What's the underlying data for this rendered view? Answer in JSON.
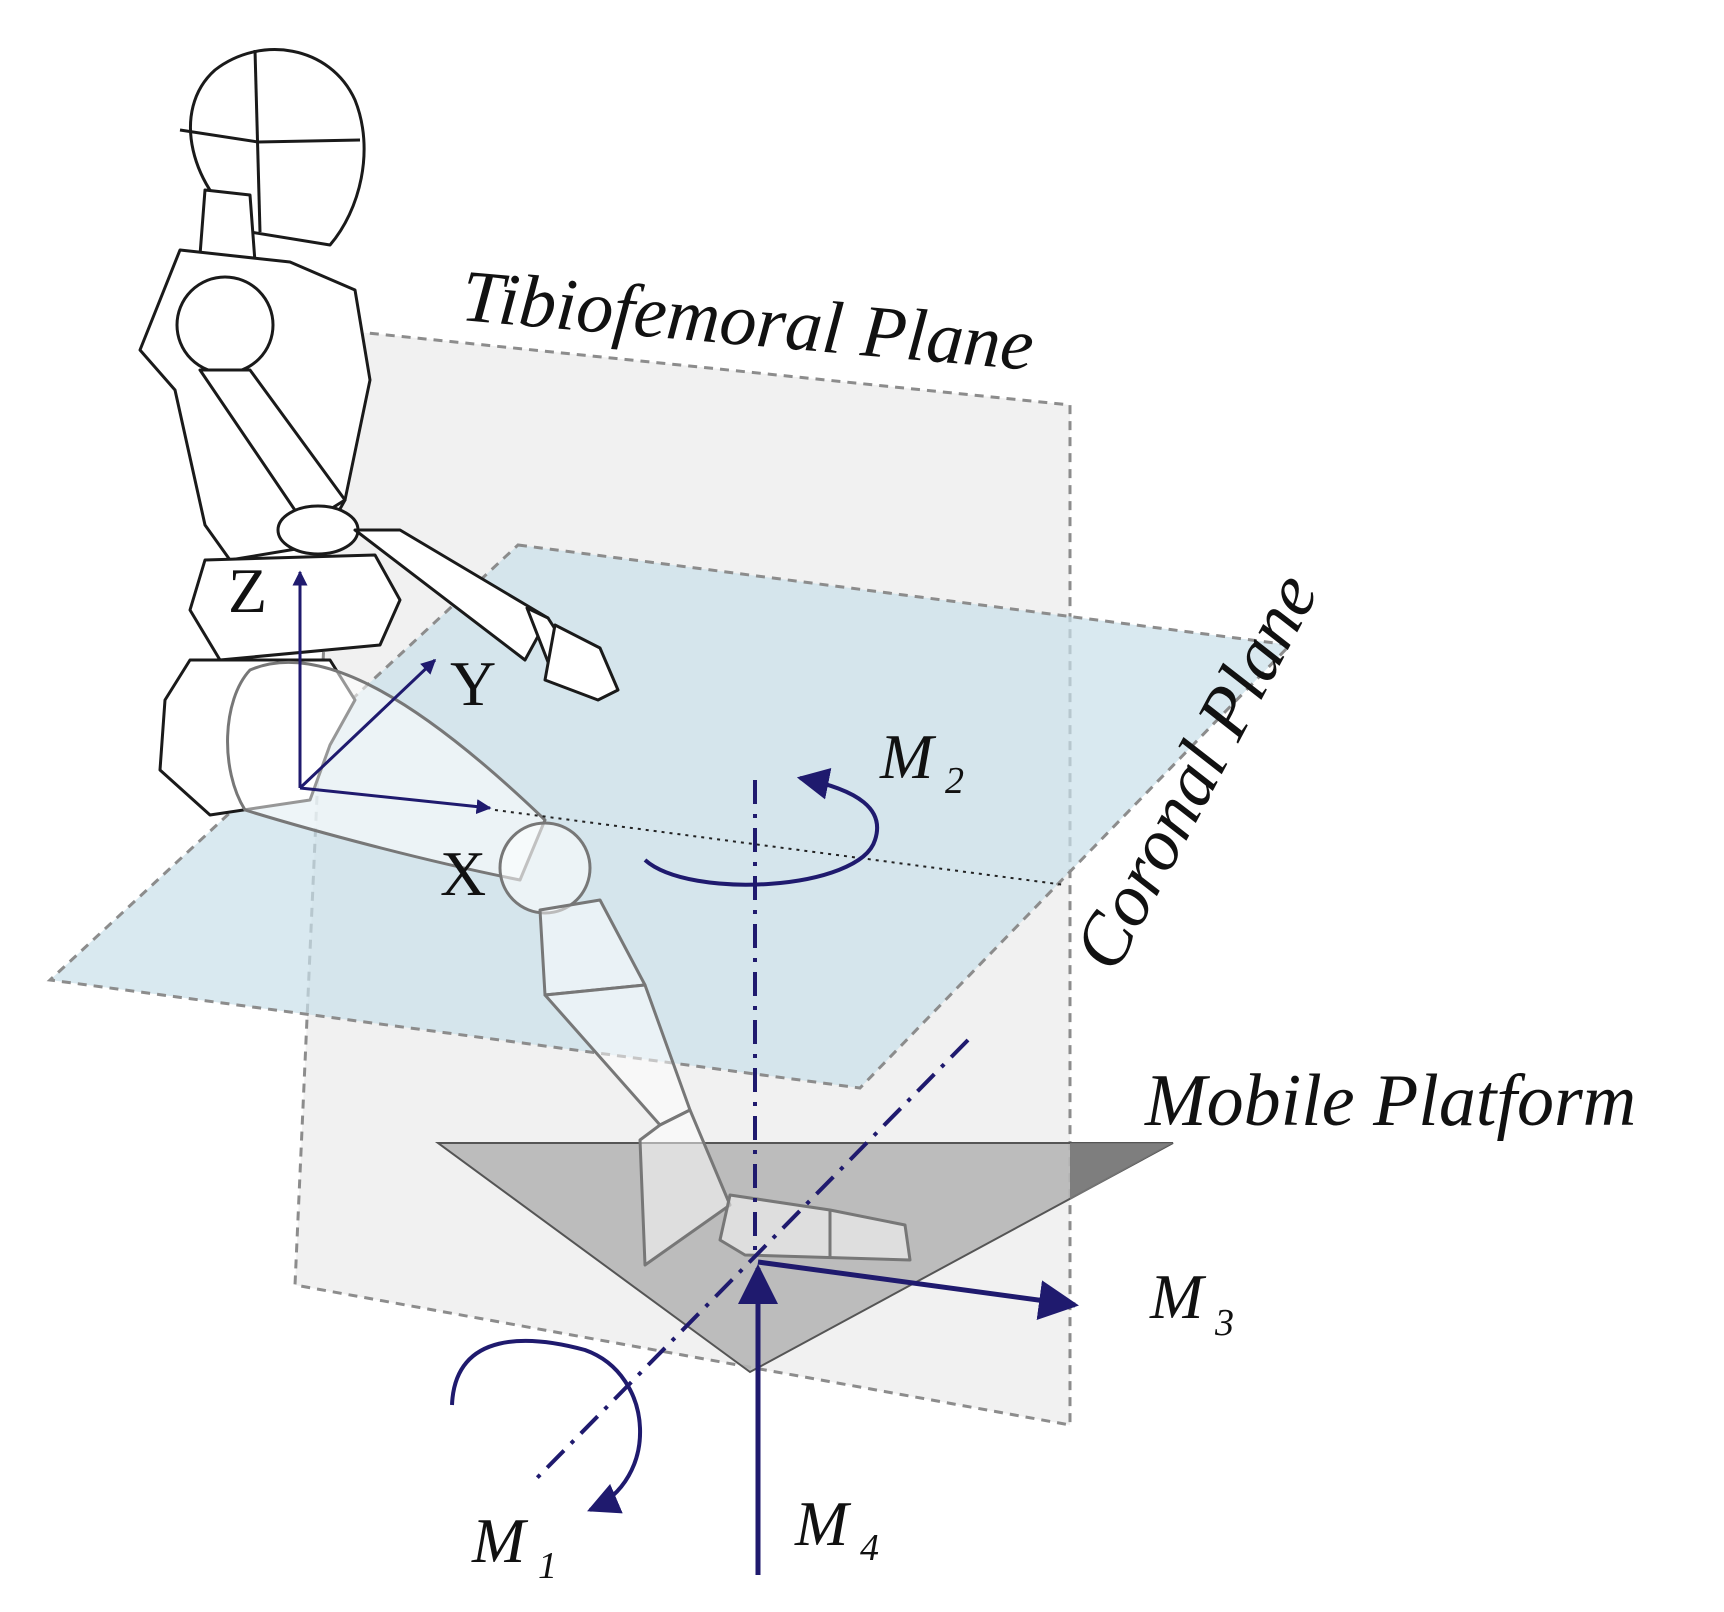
{
  "labels": {
    "tibiofemoral_plane": "Tibiofemoral Plane",
    "coronal_plane": "Coronal Plane",
    "mobile_platform": "Mobile Platform"
  },
  "axes": {
    "x": "X",
    "y": "Y",
    "z": "Z"
  },
  "moments": [
    {
      "symbol": "M",
      "subscript": "1"
    },
    {
      "symbol": "M",
      "subscript": "2"
    },
    {
      "symbol": "M",
      "subscript": "3"
    },
    {
      "symbol": "M",
      "subscript": "4"
    }
  ],
  "colors": {
    "arrow": "#1f1a6e",
    "tibiofemoral_plane_fill": "#ececec",
    "coronal_plane_fill": "#d4e6ee",
    "platform_fill": "#b9b9b9",
    "plane_border": "#8c8c8c"
  }
}
